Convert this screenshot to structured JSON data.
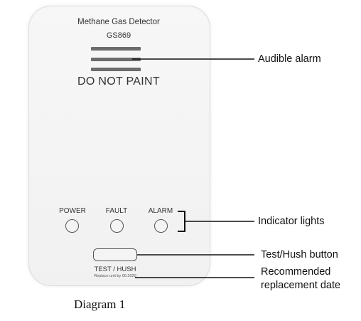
{
  "device": {
    "title": "Methane Gas Detector",
    "model": "GS869",
    "warning": "DO NOT PAINT",
    "leds": [
      {
        "label": "POWER"
      },
      {
        "label": "FAULT"
      },
      {
        "label": "ALARM"
      }
    ],
    "button_label": "TEST / HUSH",
    "replace_text": "Replace unit by 06.2020"
  },
  "callouts": {
    "audible_alarm": "Audible alarm",
    "indicator_lights": "Indicator lights",
    "test_hush_button": "Test/Hush button",
    "replacement_line1": "Recommended",
    "replacement_line2": "replacement date"
  },
  "caption": "Diagram  1"
}
